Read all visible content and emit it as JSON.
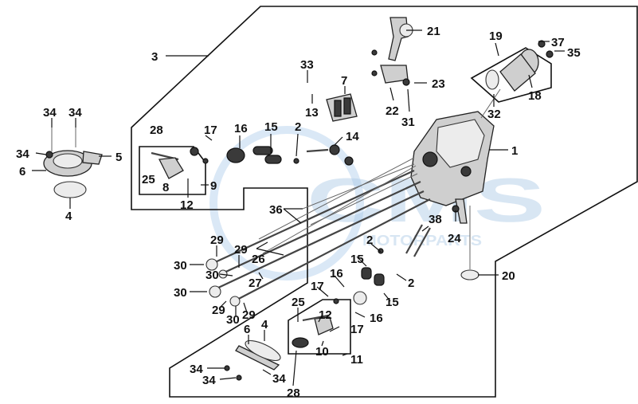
{
  "diagram": {
    "watermark": {
      "brand": "CMS",
      "subtitle": "MOTORPARTS"
    },
    "callouts": [
      {
        "id": "c-3",
        "label": "3"
      },
      {
        "id": "c-21",
        "label": "21"
      },
      {
        "id": "c-19",
        "label": "19"
      },
      {
        "id": "c-37",
        "label": "37"
      },
      {
        "id": "c-35",
        "label": "35"
      },
      {
        "id": "c-33",
        "label": "33"
      },
      {
        "id": "c-7",
        "label": "7"
      },
      {
        "id": "c-23",
        "label": "23"
      },
      {
        "id": "c-18",
        "label": "18"
      },
      {
        "id": "c-13",
        "label": "13"
      },
      {
        "id": "c-22",
        "label": "22"
      },
      {
        "id": "c-31",
        "label": "31"
      },
      {
        "id": "c-32",
        "label": "32"
      },
      {
        "id": "c-34a",
        "label": "34"
      },
      {
        "id": "c-34b",
        "label": "34"
      },
      {
        "id": "c-34c",
        "label": "34"
      },
      {
        "id": "c-5",
        "label": "5"
      },
      {
        "id": "c-6a",
        "label": "6"
      },
      {
        "id": "c-4a",
        "label": "4"
      },
      {
        "id": "c-28a",
        "label": "28"
      },
      {
        "id": "c-17a",
        "label": "17"
      },
      {
        "id": "c-16a",
        "label": "16"
      },
      {
        "id": "c-15a",
        "label": "15"
      },
      {
        "id": "c-2a",
        "label": "2"
      },
      {
        "id": "c-14",
        "label": "14"
      },
      {
        "id": "c-1",
        "label": "1"
      },
      {
        "id": "c-25a",
        "label": "25"
      },
      {
        "id": "c-8",
        "label": "8"
      },
      {
        "id": "c-9",
        "label": "9"
      },
      {
        "id": "c-12a",
        "label": "12"
      },
      {
        "id": "c-36",
        "label": "36"
      },
      {
        "id": "c-38",
        "label": "38"
      },
      {
        "id": "c-24",
        "label": "24"
      },
      {
        "id": "c-29a",
        "label": "29"
      },
      {
        "id": "c-30a",
        "label": "30"
      },
      {
        "id": "c-29b",
        "label": "29"
      },
      {
        "id": "c-26",
        "label": "26"
      },
      {
        "id": "c-2b",
        "label": "2"
      },
      {
        "id": "c-30b",
        "label": "30"
      },
      {
        "id": "c-27",
        "label": "27"
      },
      {
        "id": "c-15b",
        "label": "15"
      },
      {
        "id": "c-2c",
        "label": "2"
      },
      {
        "id": "c-20",
        "label": "20"
      },
      {
        "id": "c-16b",
        "label": "16"
      },
      {
        "id": "c-15c",
        "label": "15"
      },
      {
        "id": "c-30c",
        "label": "30"
      },
      {
        "id": "c-29c",
        "label": "29"
      },
      {
        "id": "c-30d",
        "label": "30"
      },
      {
        "id": "c-29d",
        "label": "29"
      },
      {
        "id": "c-17b",
        "label": "17"
      },
      {
        "id": "c-25b",
        "label": "25"
      },
      {
        "id": "c-12b",
        "label": "12"
      },
      {
        "id": "c-16c",
        "label": "16"
      },
      {
        "id": "c-17c",
        "label": "17"
      },
      {
        "id": "c-6b",
        "label": "6"
      },
      {
        "id": "c-4b",
        "label": "4"
      },
      {
        "id": "c-10",
        "label": "10"
      },
      {
        "id": "c-11",
        "label": "11"
      },
      {
        "id": "c-34d",
        "label": "34"
      },
      {
        "id": "c-34e",
        "label": "34"
      },
      {
        "id": "c-34f",
        "label": "34"
      },
      {
        "id": "c-28b",
        "label": "28"
      }
    ]
  }
}
